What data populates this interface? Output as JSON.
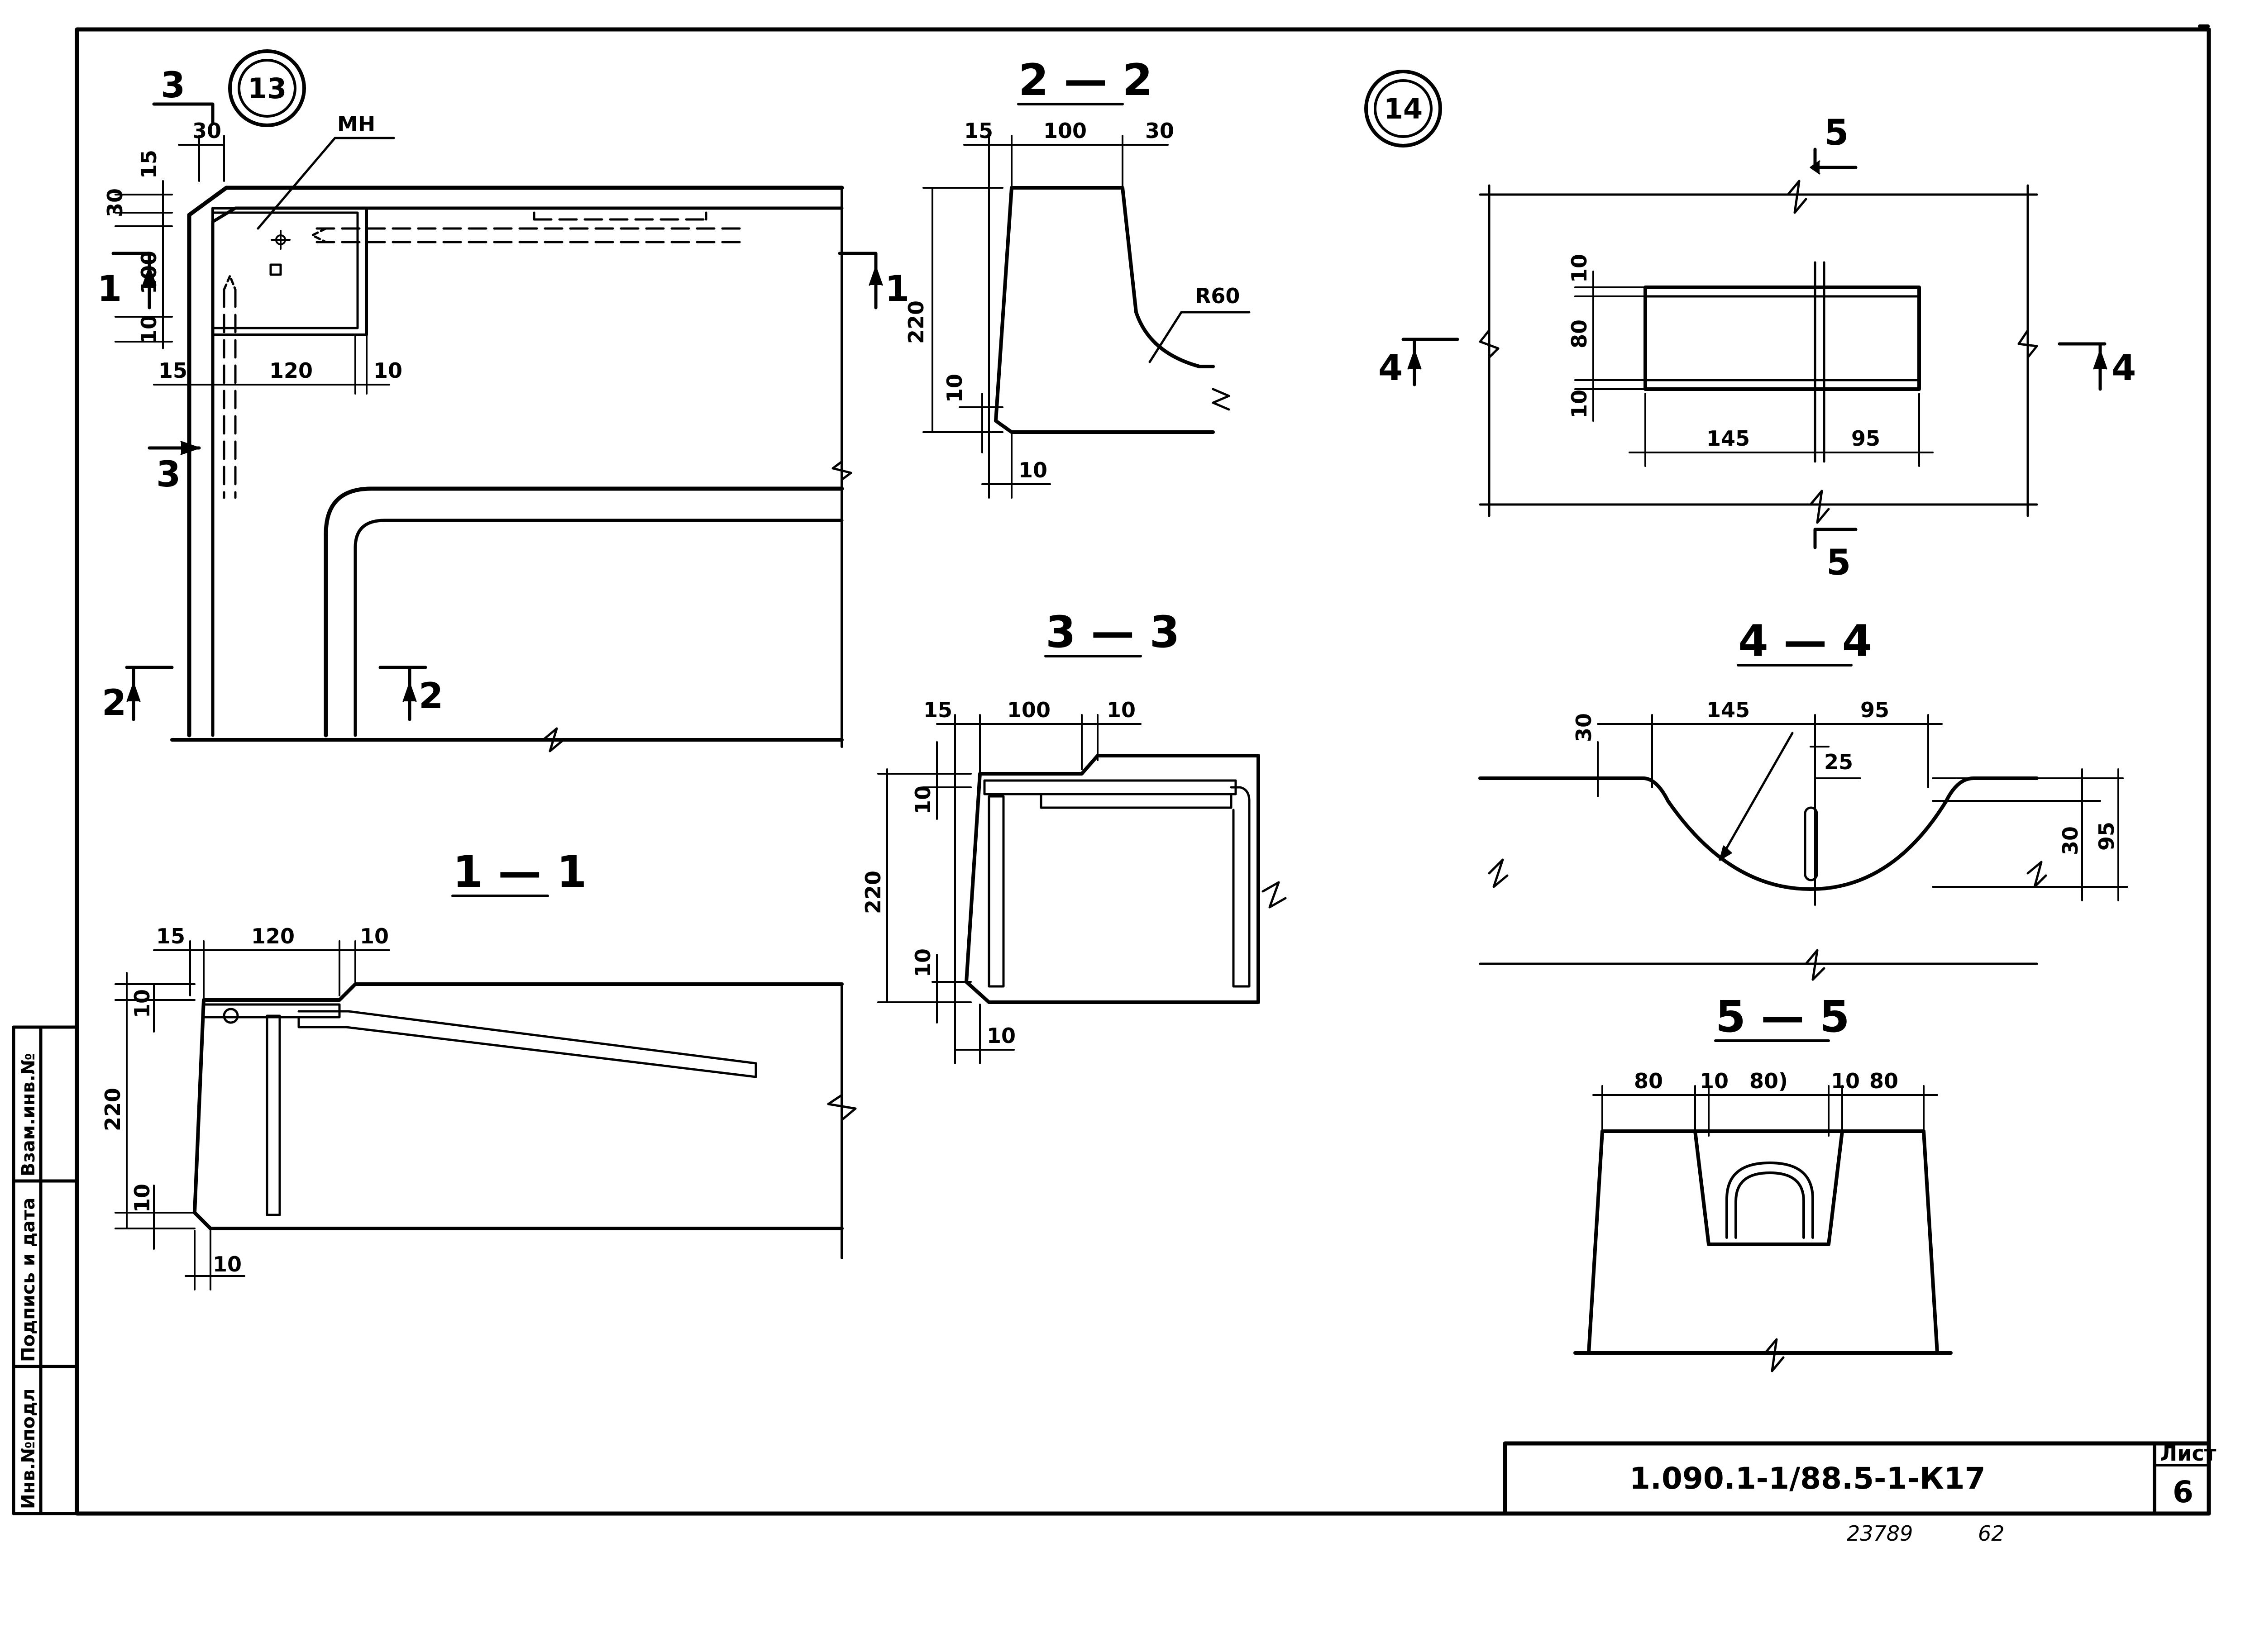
{
  "drawing": {
    "circle_marks": [
      "13",
      "14"
    ],
    "mh_label": "МН",
    "r60_label": "R60",
    "sections": {
      "s11": "1 — 1",
      "s22": "2 — 2",
      "s33": "3 — 3",
      "s44": "4 — 4",
      "s55": "5 — 5"
    },
    "cut_marks": {
      "one": "1",
      "two": "2",
      "three": "3",
      "four": "4",
      "five": "5"
    },
    "dims": {
      "d10": "10",
      "d15": "15",
      "d25": "25",
      "d30": "30",
      "d80": "80",
      "d80b": "80)",
      "d95": "95",
      "d100": "100",
      "d120": "120",
      "d145": "145",
      "d220": "220"
    }
  },
  "title_block": {
    "code": "1.090.1-1/88.5-1-К17",
    "sheet_label": "Лист",
    "sheet_number": "6",
    "archive_number": "23789",
    "archive_suffix": "62"
  },
  "side_stamp": {
    "inv_no": "Инв.№подл",
    "sign_date": "Подпись и дата",
    "vzam": "Взам.инв.№"
  },
  "colors": {
    "ink": "#000000",
    "paper": "#ffffff"
  }
}
